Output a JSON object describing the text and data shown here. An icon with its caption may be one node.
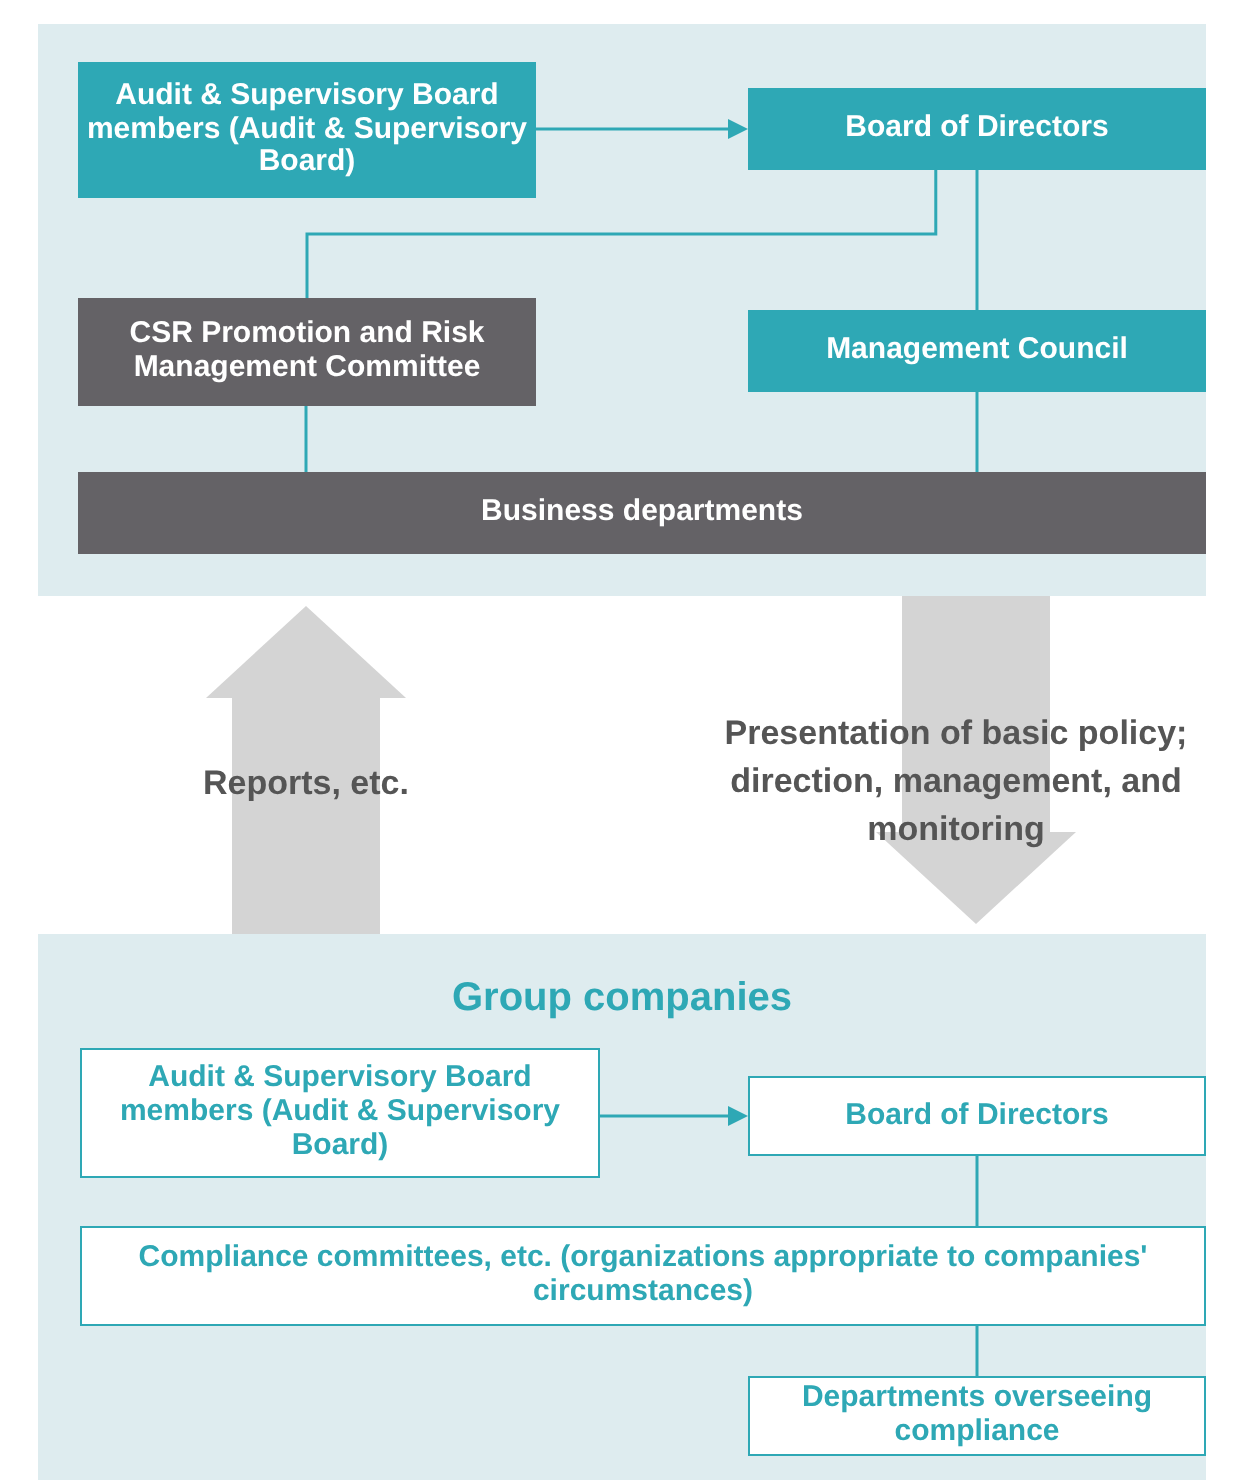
{
  "diagram": {
    "nodes": [
      {
        "text": [],
        "shape": "box"
      },
      {
        "text": [
          "Audit & Supervisory Board members (Audit & Supervisory Board)"
        ],
        "in": 0
      },
      {
        "text": [
          "Board of Directors"
        ],
        "in": 0
      },
      {
        "text": [
          "CSR Promotion and Risk Management Committee"
        ],
        "in": 0
      },
      {
        "text": [
          "Management Council"
        ],
        "in": 0
      },
      {
        "text": [
          "Business departments"
        ],
        "in": 0
      },
      {
        "text": [
          "Group companies"
        ]
      },
      {
        "text": [
          "Audit & Supervisory Board members (Audit & Supervisory Board)"
        ],
        "in": 6
      },
      {
        "text": [
          "Board of Directors"
        ],
        "in": 6
      },
      {
        "text": [
          "Compliance committees, etc. (organizations appropriate to companies' circumstances)"
        ],
        "in": 6
      },
      {
        "text": [
          "Departments overseeing compliance"
        ],
        "in": 6
      }
    ],
    "edges": [
      {
        "from": 1,
        "to": 2,
        "arrow": "to"
      },
      {
        "from": 2,
        "to": 3,
        "arrow": "none"
      },
      {
        "from": 2,
        "to": 4,
        "arrow": "none"
      },
      {
        "from": 3,
        "to": 5,
        "arrow": "none"
      },
      {
        "from": 4,
        "to": 5,
        "arrow": "none"
      },
      {
        "from": 6,
        "to": 0,
        "arrow": "to",
        "label": "Reports, etc.",
        "style": "thick",
        "color": "#d4d4d4"
      },
      {
        "from": 0,
        "to": 6,
        "arrow": "to",
        "label": "Presentation of basic policy; direction, management, and monitoring",
        "style": "thick",
        "color": "#d4d4d4"
      },
      {
        "from": 7,
        "to": 8,
        "arrow": "to"
      },
      {
        "from": 8,
        "to": 9,
        "arrow": "none"
      },
      {
        "from": 9,
        "to": 10,
        "arrow": "none"
      }
    ]
  }
}
